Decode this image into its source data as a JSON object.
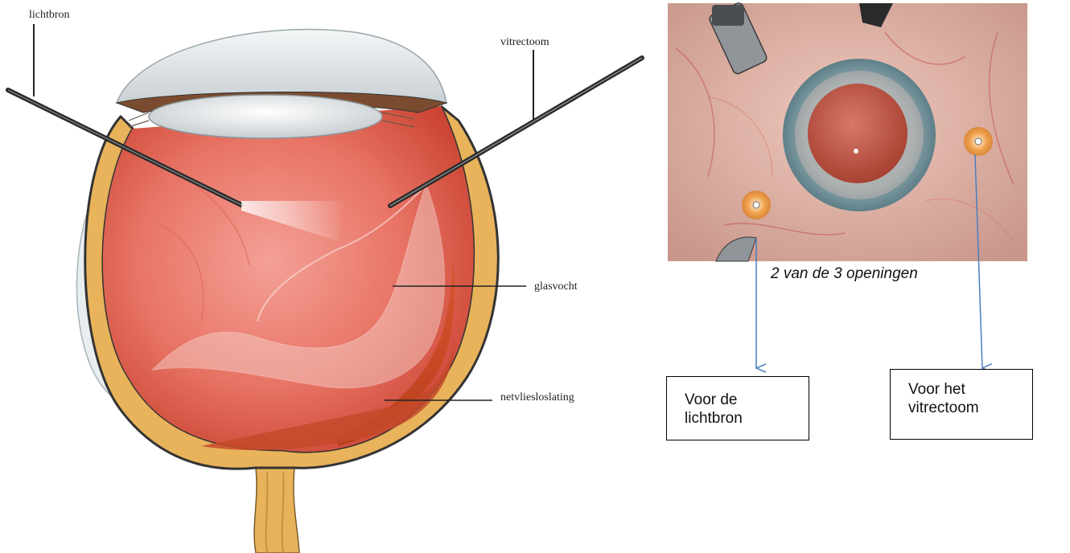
{
  "labels": {
    "light_source": "lichtbron",
    "vitrectome": "vitrectoom",
    "vitreous": "glasvocht",
    "retinal_detachment": "netvliesloslating"
  },
  "photo": {
    "caption": "2 van de 3 openingen"
  },
  "boxes": {
    "light_source": "Voor de\nlichtbron",
    "vitrectome": "Voor het\nvitrectoom"
  },
  "colors": {
    "arrow": "#4a7ec0",
    "instrument": "#2b2b2b",
    "sclera": "#e8b35a",
    "vitreous_red": "#e46a5a"
  }
}
